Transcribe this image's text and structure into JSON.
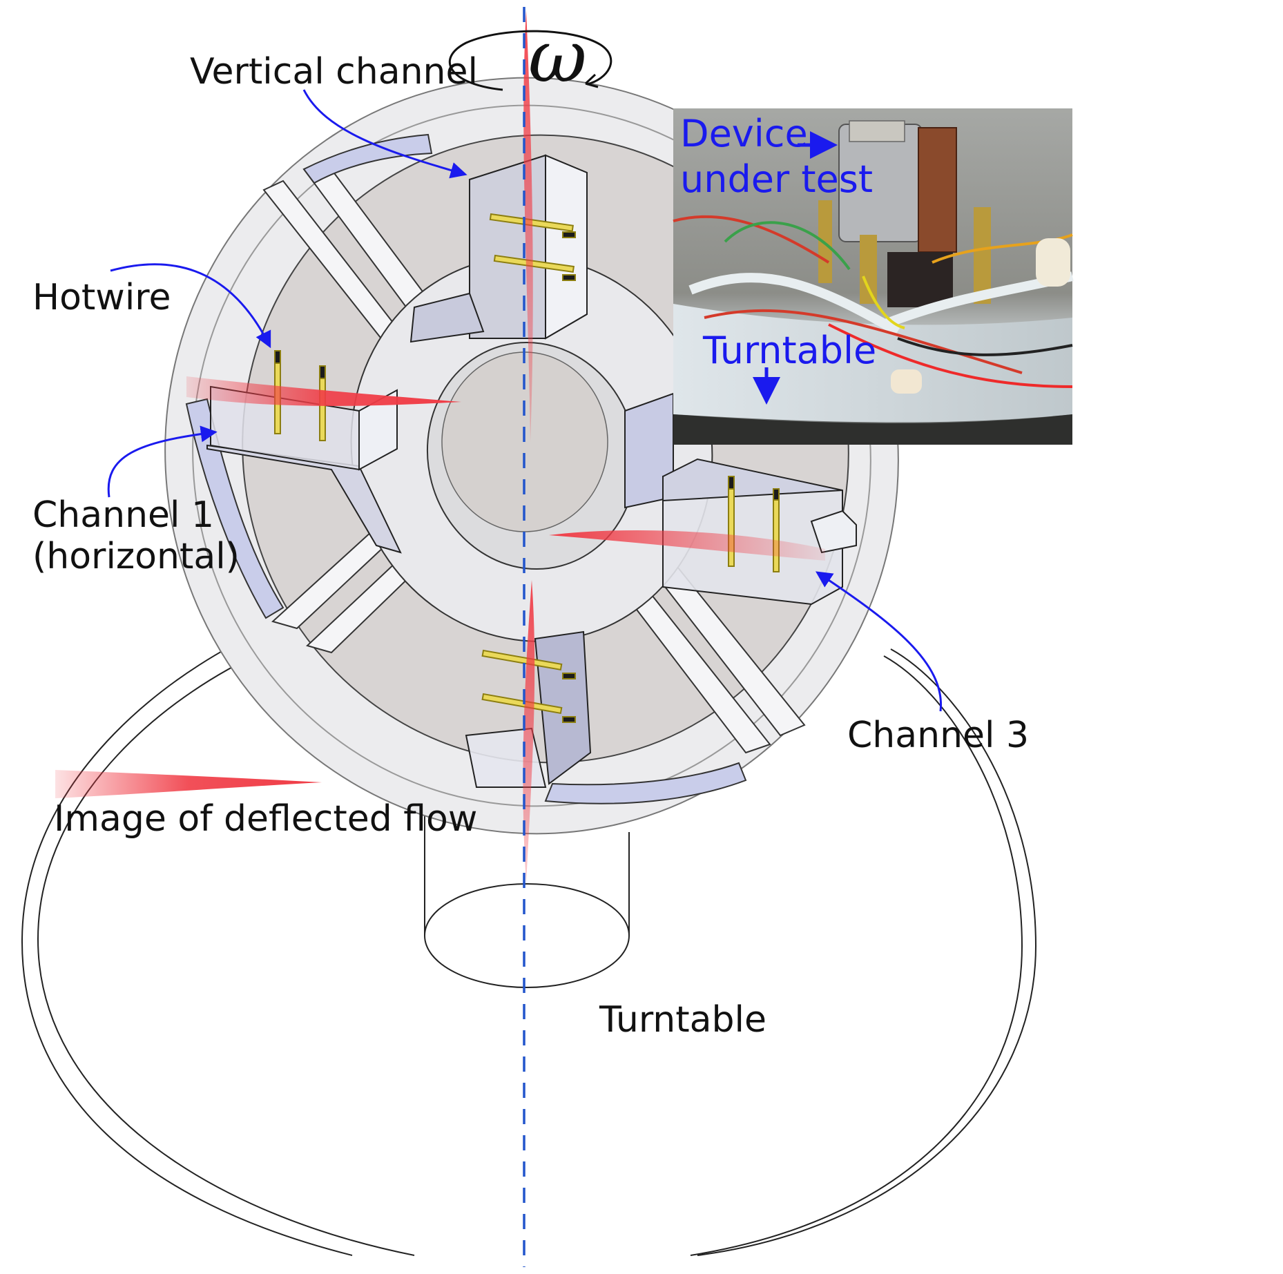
{
  "labels": {
    "omega": "ω",
    "vertical_channel": "Vertical channel",
    "hotwire": "Hotwire",
    "channel1_line1": "Channel 1",
    "channel1_line2": "(horizontal)",
    "channel3": "Channel 3",
    "legend_flow": "Image of deflected flow",
    "turntable": "Turntable"
  },
  "photo": {
    "label_device_line1": "Device",
    "label_device_line2": "under test",
    "label_turntable": "Turntable"
  },
  "colors": {
    "annotation_arrow": "#1a1aee",
    "axis_dash": "#2255cc",
    "flow": "#f03c46",
    "device": "#e6e7ec",
    "hotwire": "#e2d51c",
    "outline": "#222222"
  }
}
